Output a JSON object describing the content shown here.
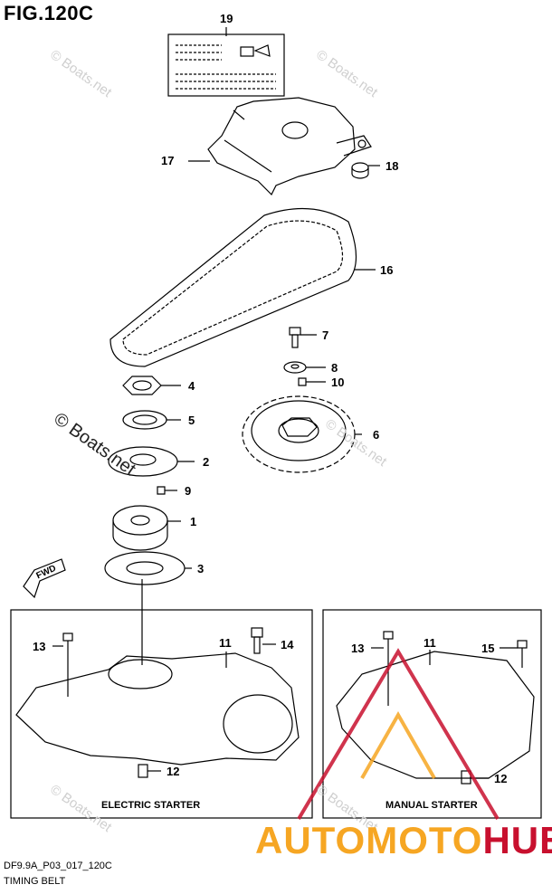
{
  "figure": {
    "title": "FIG.120C"
  },
  "callouts": {
    "c19": "19",
    "c17": "17",
    "c18": "18",
    "c16": "16",
    "c7": "7",
    "c8": "8",
    "c10": "10",
    "c4": "4",
    "c5": "5",
    "c6": "6",
    "c2": "2",
    "c9": "9",
    "c1": "1",
    "c3": "3",
    "c13a": "13",
    "c11a": "11",
    "c14": "14",
    "c12a": "12",
    "c13b": "13",
    "c11b": "11",
    "c15": "15",
    "c12b": "12"
  },
  "direction_label": "FWD",
  "boxes": {
    "electric": "ELECTRIC STARTER",
    "manual": "MANUAL STARTER"
  },
  "watermarks": {
    "text": "© Boats.net"
  },
  "footer": {
    "code": "DF9.9A_P03_017_120C",
    "caption": "TIMING BELT"
  },
  "logo": {
    "part1": "AUTOMOTO",
    "part2": "HUB"
  },
  "colors": {
    "logo_orange": "#f6a623",
    "logo_red": "#c8102e"
  }
}
